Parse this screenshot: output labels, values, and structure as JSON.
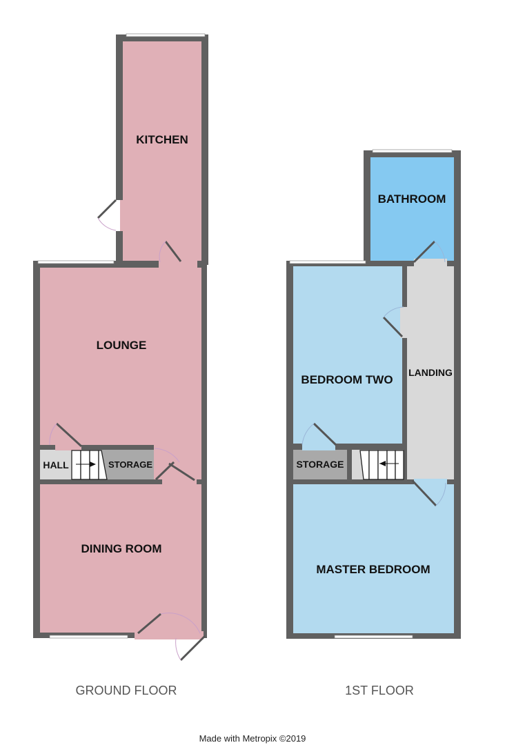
{
  "ground_floor": {
    "title": "GROUND FLOOR",
    "rooms": {
      "kitchen": "KITCHEN",
      "lounge": "LOUNGE",
      "hall": "HALL",
      "storage": "STORAGE",
      "dining": "DINING ROOM"
    }
  },
  "first_floor": {
    "title": "1ST FLOOR",
    "rooms": {
      "bathroom": "BATHROOM",
      "bedroom_two": "BEDROOM TWO",
      "landing": "LANDING",
      "storage": "STORAGE",
      "master": "MASTER BEDROOM"
    }
  },
  "colors": {
    "ground": "#e0b0b7",
    "first": "#b3daef",
    "bathroom": "#85c9f1",
    "landing": "#d9d9d9",
    "storage": "#a9a9a9",
    "wall": "#606060"
  },
  "credit": "Made with Metropix ©2019"
}
